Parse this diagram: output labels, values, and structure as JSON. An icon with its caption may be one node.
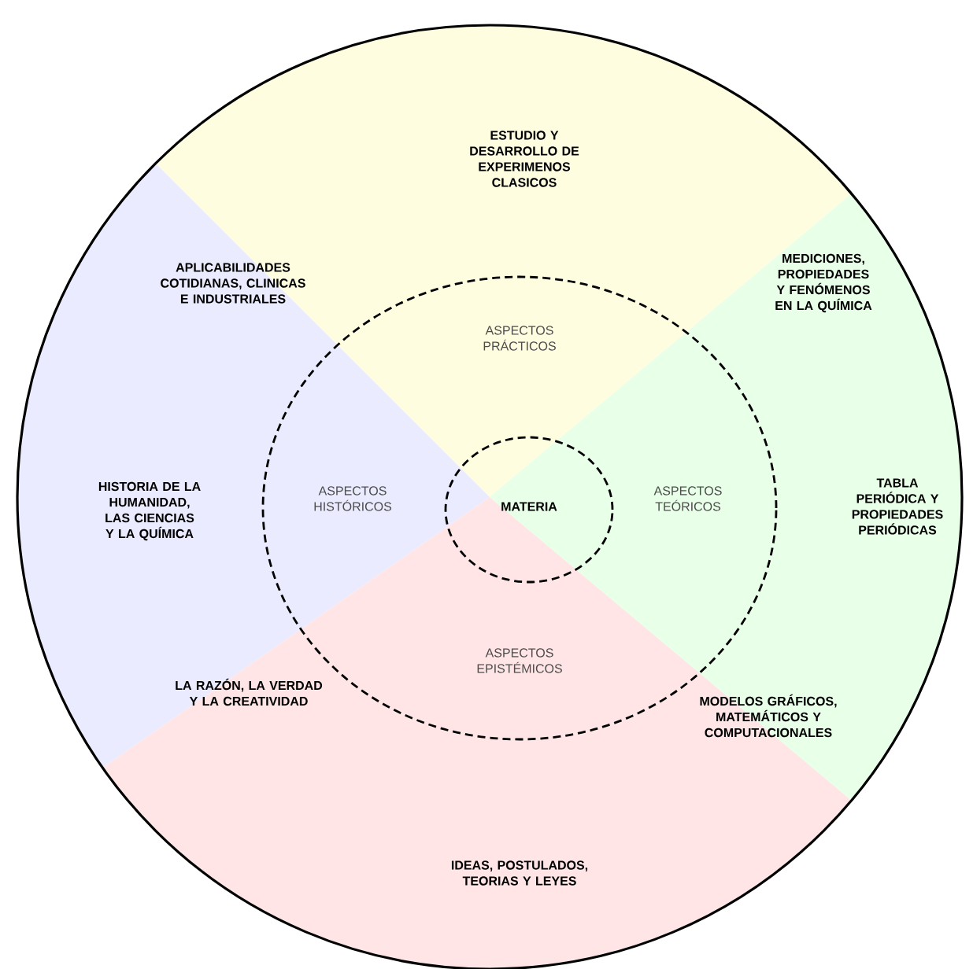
{
  "diagram": {
    "nodes": [
      {
        "text": [
          "ESTUDIO Y DESARROLLO DE EXPERIMENOS CLASICOS",
          "APLICABILIDADES COTIDIANAS, CLINICAS E INDUSTRIALES",
          "MEDICIONES, PROPIEDADES Y FENÓMENOS EN LA QUÍMICA",
          "HISTORIA DE LA HUMANIDAD, LAS CIENCIAS Y LA QUÍMICA",
          "TABLA PERIÓDICA Y PROPIEDADES PERIÓDICAS",
          "LA RAZÓN, LA VERDAD Y LA CREATIVIDAD",
          "MODELOS GRÁFICOS, MATEMÁTICOS Y COMPUTACIONALES",
          "IDEAS, POSTULADOS, TEORIAS Y LEYES"
        ]
      },
      {
        "text": [
          "ASPECTOS PRÁCTICOS",
          "ASPECTOS HISTÓRICOS",
          "ASPECTOS TEÓRICOS",
          "ASPECTOS EPISTÉMICOS"
        ],
        "in": 0
      },
      {
        "text": [
          "MATERIA"
        ],
        "in": 1
      }
    ]
  }
}
